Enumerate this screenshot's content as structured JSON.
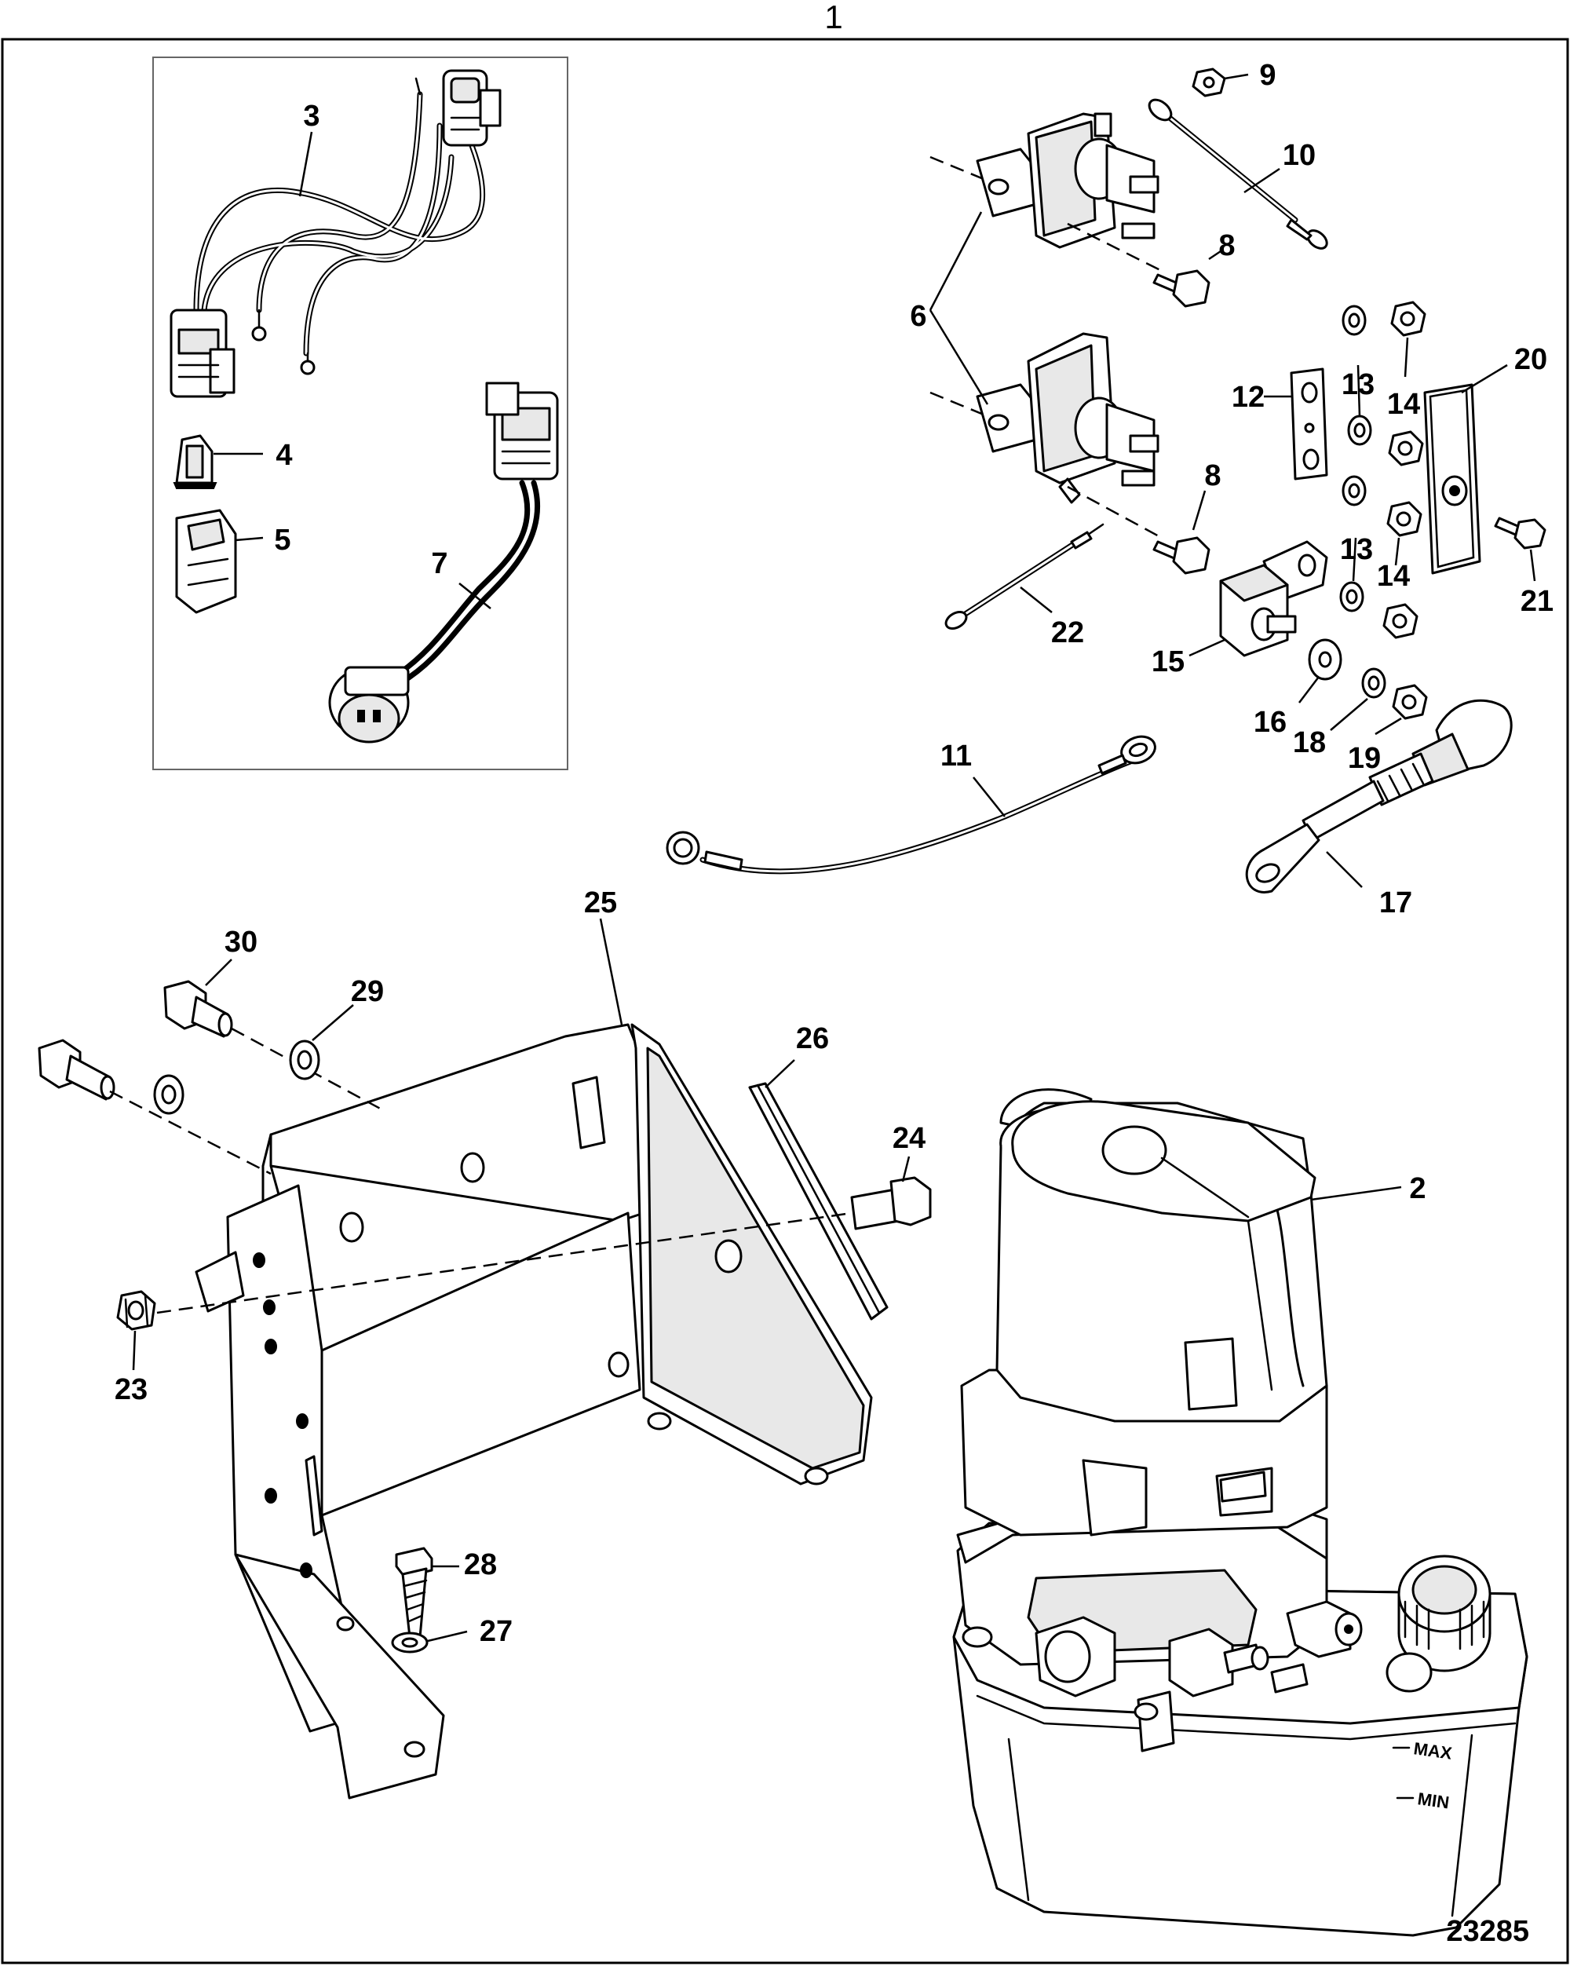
{
  "figure": {
    "title_number": "1",
    "reference_number": "23285"
  },
  "callouts": [
    {
      "id": "2",
      "label": "2"
    },
    {
      "id": "3",
      "label": "3"
    },
    {
      "id": "4",
      "label": "4"
    },
    {
      "id": "5",
      "label": "5"
    },
    {
      "id": "6",
      "label": "6"
    },
    {
      "id": "7",
      "label": "7"
    },
    {
      "id": "8a",
      "label": "8"
    },
    {
      "id": "8b",
      "label": "8"
    },
    {
      "id": "9",
      "label": "9"
    },
    {
      "id": "10",
      "label": "10"
    },
    {
      "id": "11",
      "label": "11"
    },
    {
      "id": "12",
      "label": "12"
    },
    {
      "id": "13a",
      "label": "13"
    },
    {
      "id": "13b",
      "label": "13"
    },
    {
      "id": "14a",
      "label": "14"
    },
    {
      "id": "14b",
      "label": "14"
    },
    {
      "id": "15",
      "label": "15"
    },
    {
      "id": "16",
      "label": "16"
    },
    {
      "id": "17",
      "label": "17"
    },
    {
      "id": "18",
      "label": "18"
    },
    {
      "id": "19",
      "label": "19"
    },
    {
      "id": "20",
      "label": "20"
    },
    {
      "id": "21",
      "label": "21"
    },
    {
      "id": "22",
      "label": "22"
    },
    {
      "id": "23",
      "label": "23"
    },
    {
      "id": "24",
      "label": "24"
    },
    {
      "id": "25",
      "label": "25"
    },
    {
      "id": "26",
      "label": "26"
    },
    {
      "id": "27",
      "label": "27"
    },
    {
      "id": "28",
      "label": "28"
    },
    {
      "id": "29",
      "label": "29"
    },
    {
      "id": "30",
      "label": "30"
    }
  ],
  "pump_markings": {
    "max": "MAX",
    "min": "MIN"
  }
}
